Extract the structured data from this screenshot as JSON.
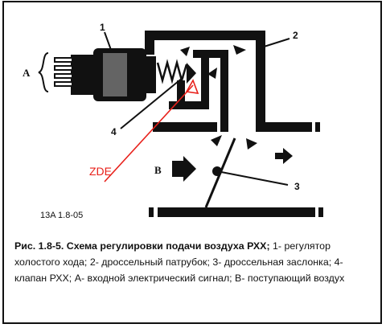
{
  "labels": {
    "n1": "1",
    "n2": "2",
    "n3": "3",
    "n4": "4",
    "a": "A",
    "b": "B"
  },
  "code": "13A 1.8-05",
  "watermark": "ZDE",
  "caption": {
    "title": "Рис. 1.8-5. Схема регулировки подачи воздуха РХХ;",
    "body": " 1- регулятор холостого хода; 2- дроссельный патрубок; 3- дроссельная заслонка; 4- клапан РХХ; А- входной электрический сигнал; В- поступающий воздух"
  },
  "colors": {
    "ink": "#111111",
    "accent": "#e8201a"
  }
}
